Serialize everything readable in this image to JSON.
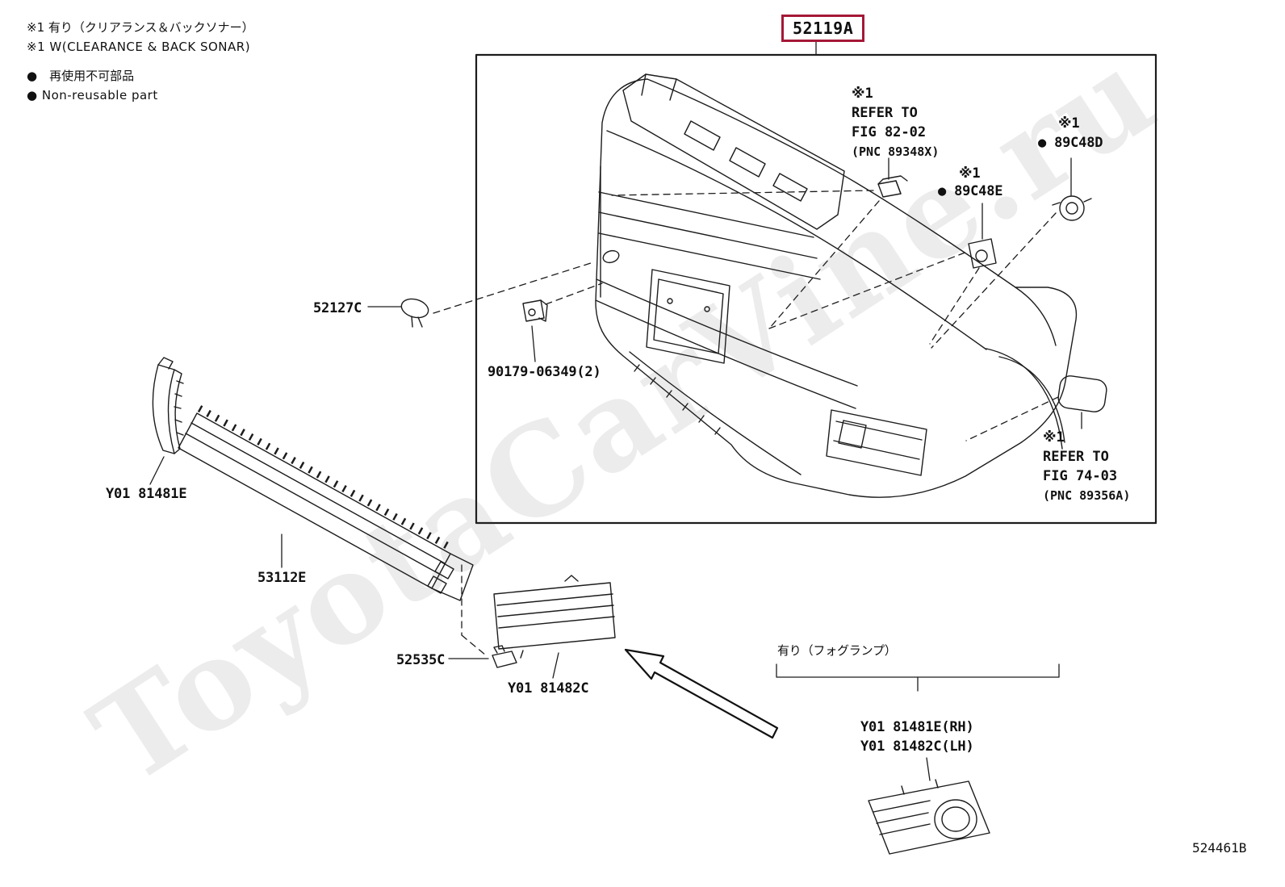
{
  "page": {
    "watermark": "ToyotaCarVine.ru",
    "diagram_code": "524461B",
    "accent_color": "#a51836"
  },
  "legend": {
    "clearance_jp": "※1 有り（クリアランス＆バックソナー）",
    "clearance_en": "※1 W(CLEARANCE & BACK SONAR)",
    "nonreusable_jp": "●　再使用不可部品",
    "nonreusable_en": "●  Non-reusable part"
  },
  "main_part": {
    "number": "52119A"
  },
  "callouts": {
    "refer_82": {
      "flag": "※1",
      "l1": "REFER TO",
      "l2": "FIG 82-02",
      "l3": "(PNC 89348X)"
    },
    "sensor_d": {
      "flag": "※1",
      "label": "● 89C48D"
    },
    "sensor_e": {
      "flag": "※1",
      "label": "● 89C48E"
    },
    "refer_74": {
      "flag": "※1",
      "l1": "REFER TO",
      "l2": "FIG 74-03",
      "l3": "(PNC 89356A)"
    },
    "clip_52127c": "52127C",
    "bolt_90179": "90179-06349(2)",
    "bracket_y0181481e": "Y01 81481E",
    "grille_53112e": "53112E",
    "clip_52535c": "52535C",
    "grille_y0181482c": "Y01 81482C",
    "fog_note_jp": "有り（フォグランプ）",
    "fog_rh": "Y01 81481E(RH)",
    "fog_lh": "Y01 81482C(LH)"
  }
}
